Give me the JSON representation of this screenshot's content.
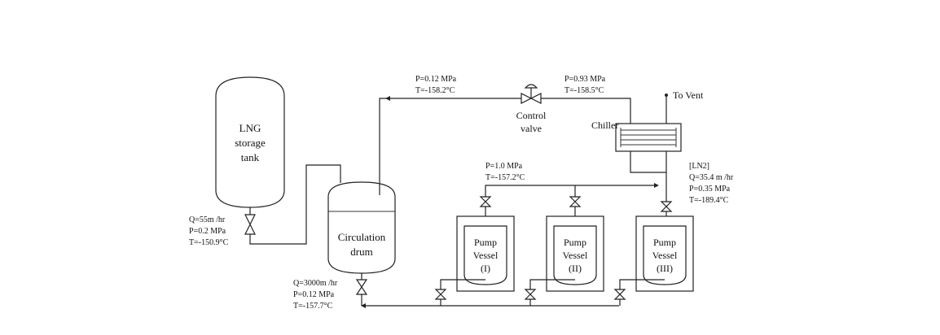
{
  "storage_tank": {
    "line1": "LNG",
    "line2": "storage",
    "line3": "tank"
  },
  "tank_outlet": {
    "q": "Q=55m /hr",
    "p": "P=0.2 MPa",
    "t": "T=-150.9°C"
  },
  "drum": {
    "line1": "Circulation",
    "line2": "drum"
  },
  "drum_outlet": {
    "q": "Q=3000m /hr",
    "p": "P=0.12 MPa",
    "t": "T=-157.7°C"
  },
  "top_line_left": {
    "p": "P=0.12 MPa",
    "t": "T=-158.2°C"
  },
  "top_line_right": {
    "p": "P=0.93 MPa",
    "t": "T=-158.5°C"
  },
  "control_valve": {
    "line1": "Control",
    "line2": "valve"
  },
  "chiller": {
    "label": "Chiller"
  },
  "vent": {
    "label": "To Vent"
  },
  "ln2": {
    "label": "[LN2]",
    "q": "Q=35.4 m /hr",
    "p": "P=0.35 MPa",
    "t": "T=-189.4°C"
  },
  "header_line": {
    "p": "P=1.0 MPa",
    "t": "T=-157.2°C"
  },
  "pump_vessels": [
    {
      "name": "Pump",
      "sub": "Vessel",
      "id": "(I)"
    },
    {
      "name": "Pump",
      "sub": "Vessel",
      "id": "(II)"
    },
    {
      "name": "Pump",
      "sub": "Vessel",
      "id": "(III)"
    }
  ]
}
